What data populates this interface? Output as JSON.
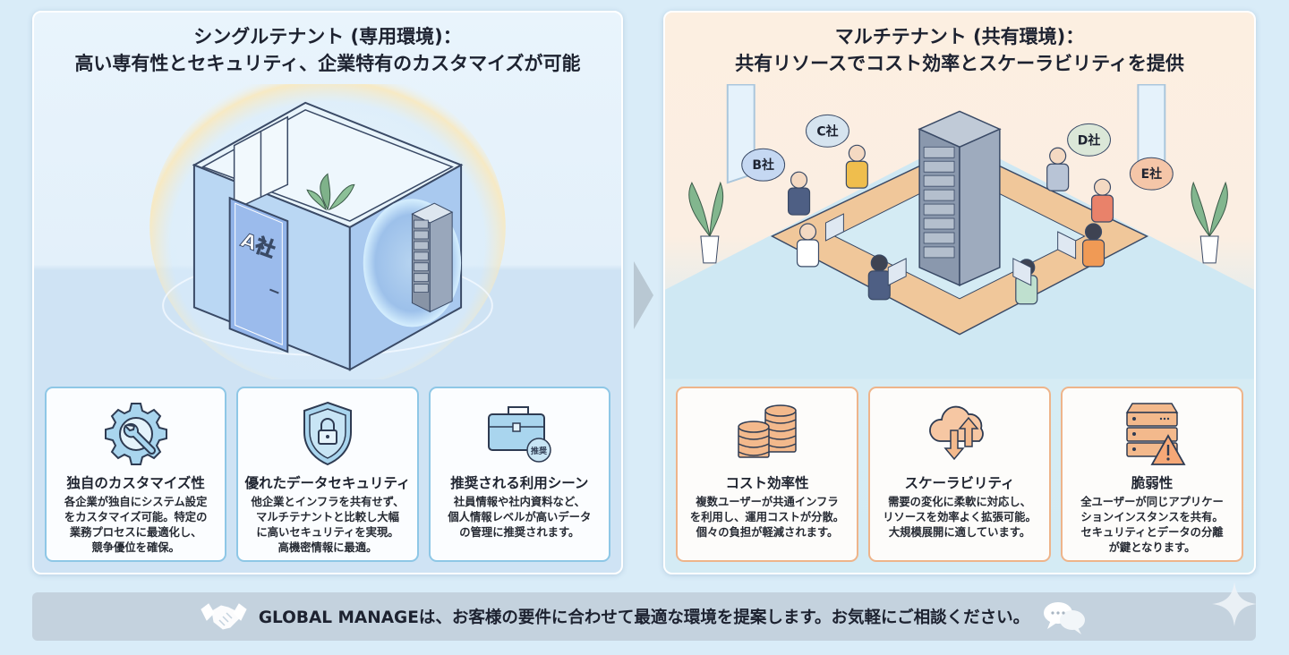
{
  "left_panel": {
    "title_line1": "シングルテナント (専用環境)：",
    "title_line2": "高い専有性とセキュリティ、企業特有のカスタマイズが可能",
    "illustration": {
      "door_label": "A社",
      "icon": "private-room-with-server-icon"
    },
    "accent_color": "#8ec7e6",
    "cards": [
      {
        "icon": "gear-wrench-icon",
        "title": "独自のカスタマイズ性",
        "body": "各企業が独自にシステム設定\nをカスタマイズ可能。特定の\n業務プロセスに最適化し、\n競争優位を確保。"
      },
      {
        "icon": "shield-lock-icon",
        "title": "優れたデータセキュリティ",
        "body": "他企業とインフラを共有せず、\nマルチテナントと比較し大幅\nに高いセキュリティを実現。\n高機密情報に最適。"
      },
      {
        "icon": "briefcase-icon",
        "badge": "推奨",
        "title": "推奨される利用シーン",
        "body": "社員情報や社内資料など、\n個人情報レベルが高いデータ\nの管理に推奨されます。"
      }
    ]
  },
  "right_panel": {
    "title_line1": "マルチテナント (共有環境)：",
    "title_line2": "共有リソースでコスト効率とスケーラビリティを提供",
    "illustration": {
      "bubbles": [
        "B社",
        "C社",
        "D社",
        "E社"
      ],
      "icon": "shared-office-server-icon"
    },
    "accent_color": "#eeb48a",
    "cards": [
      {
        "icon": "coin-stack-icon",
        "title": "コスト効率性",
        "body": "複数ユーザーが共通インフラ\nを利用し、運用コストが分散。\n個々の負担が軽減されます。"
      },
      {
        "icon": "cloud-updown-icon",
        "title": "スケーラビリティ",
        "body": "需要の変化に柔軟に対応し、\nリソースを効率よく拡張可能。\n大規模展開に適しています。"
      },
      {
        "icon": "server-warning-icon",
        "title": "脆弱性",
        "body": "全ユーザーが同じアプリケー\nションインスタンスを共有。\nセキュリティとデータの分離\nが鍵となります。"
      }
    ]
  },
  "banner": {
    "text": "GLOBAL MANAGEは、お客様の要件に合わせて最適な環境を提案します。お気軽にご相談ください。",
    "left_icon": "handshake-icon",
    "right_icon": "chat-bubbles-icon"
  }
}
